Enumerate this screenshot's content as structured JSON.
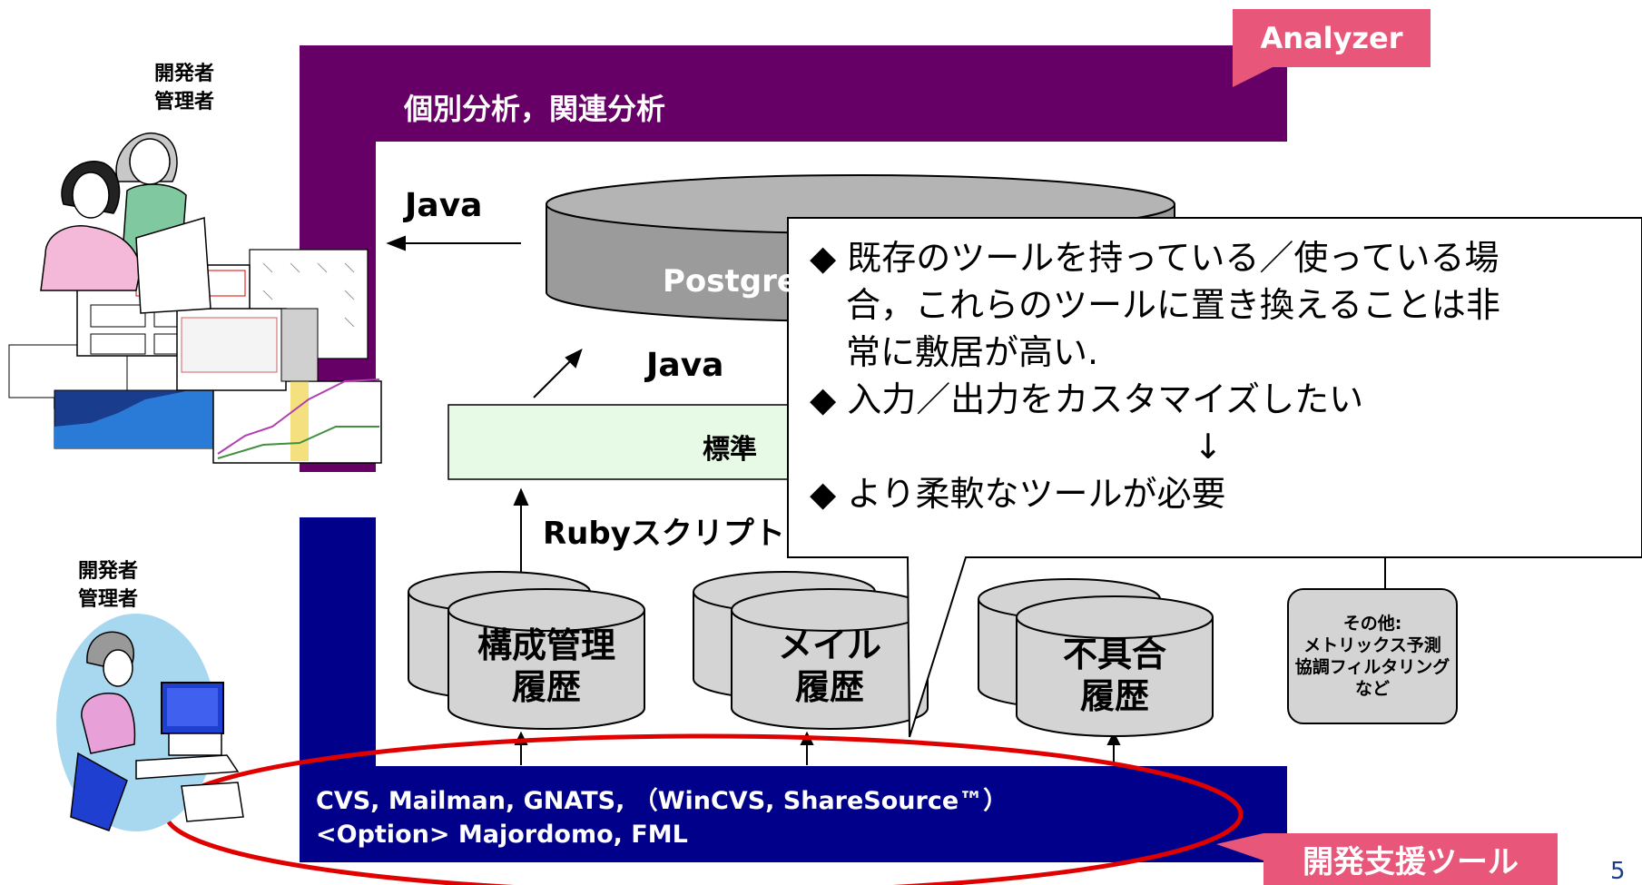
{
  "analyzer_tag": "Analyzer",
  "analysis_title": "個別分析，関連分析",
  "java_left": "Java",
  "java_mid": "Java",
  "db_label": "Postgre",
  "standard_label": "標準",
  "ruby_label": "Rubyスクリプト",
  "role_top": [
    "開発者",
    "管理者"
  ],
  "role_bottom": [
    "開発者",
    "管理者"
  ],
  "cylinders": [
    {
      "line1": "構成管理",
      "line2": "履歴"
    },
    {
      "line1": "メイル",
      "line2": "履歴"
    },
    {
      "line1": "不具合",
      "line2": "履歴"
    }
  ],
  "other_box": [
    "その他:",
    "メトリックス予測",
    "協調フィルタリング",
    "など"
  ],
  "tools_line1": "CVS, Mailman, GNATS, （WinCVS, ShareSource™）",
  "tools_line2": "<Option> Majordomo, FML",
  "dev_tool_tag": "開発支援ツール",
  "page_number": "5",
  "callout": {
    "b1_line1": "◆ 既存のツールを持っている／使っている場",
    "b1_line2": "合，これらのツールに置き換えることは非",
    "b1_line3": "常に敷居が高い.",
    "b2": "◆ 入力／出力をカスタマイズしたい",
    "arrow": "↓",
    "b3": "◆ より柔軟なツールが必要"
  },
  "colors": {
    "purple": "#660066",
    "navy": "#00008b",
    "tag": "#e8577a",
    "ellipse": "#e00000",
    "mint": "#e6fae6"
  }
}
